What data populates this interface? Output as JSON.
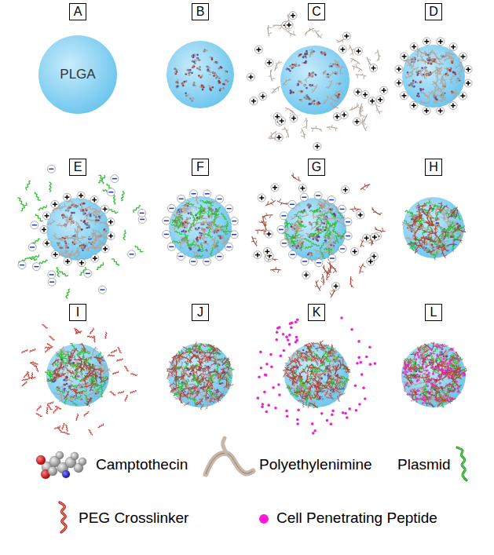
{
  "diagram": {
    "nodes": [
      {
        "text": [
          "A"
        ]
      },
      {
        "text": [
          "PLGA"
        ]
      },
      {
        "text": [
          "B"
        ]
      },
      {
        "text": [
          "C"
        ]
      },
      {
        "text": [
          "D"
        ]
      },
      {
        "text": [
          "E"
        ]
      },
      {
        "text": [
          "F"
        ]
      },
      {
        "text": [
          "G"
        ]
      },
      {
        "text": [
          "H"
        ]
      },
      {
        "text": [
          "I"
        ]
      },
      {
        "text": [
          "J"
        ]
      },
      {
        "text": [
          "K"
        ]
      },
      {
        "text": [
          "L"
        ]
      }
    ],
    "legend": [
      {
        "text": "Camptothecin"
      },
      {
        "text": "Polyethylenimine"
      },
      {
        "text": "Plasmid"
      },
      {
        "text": "PEG Crosslinker"
      },
      {
        "text": "Cell Penetrating Peptide"
      }
    ]
  }
}
